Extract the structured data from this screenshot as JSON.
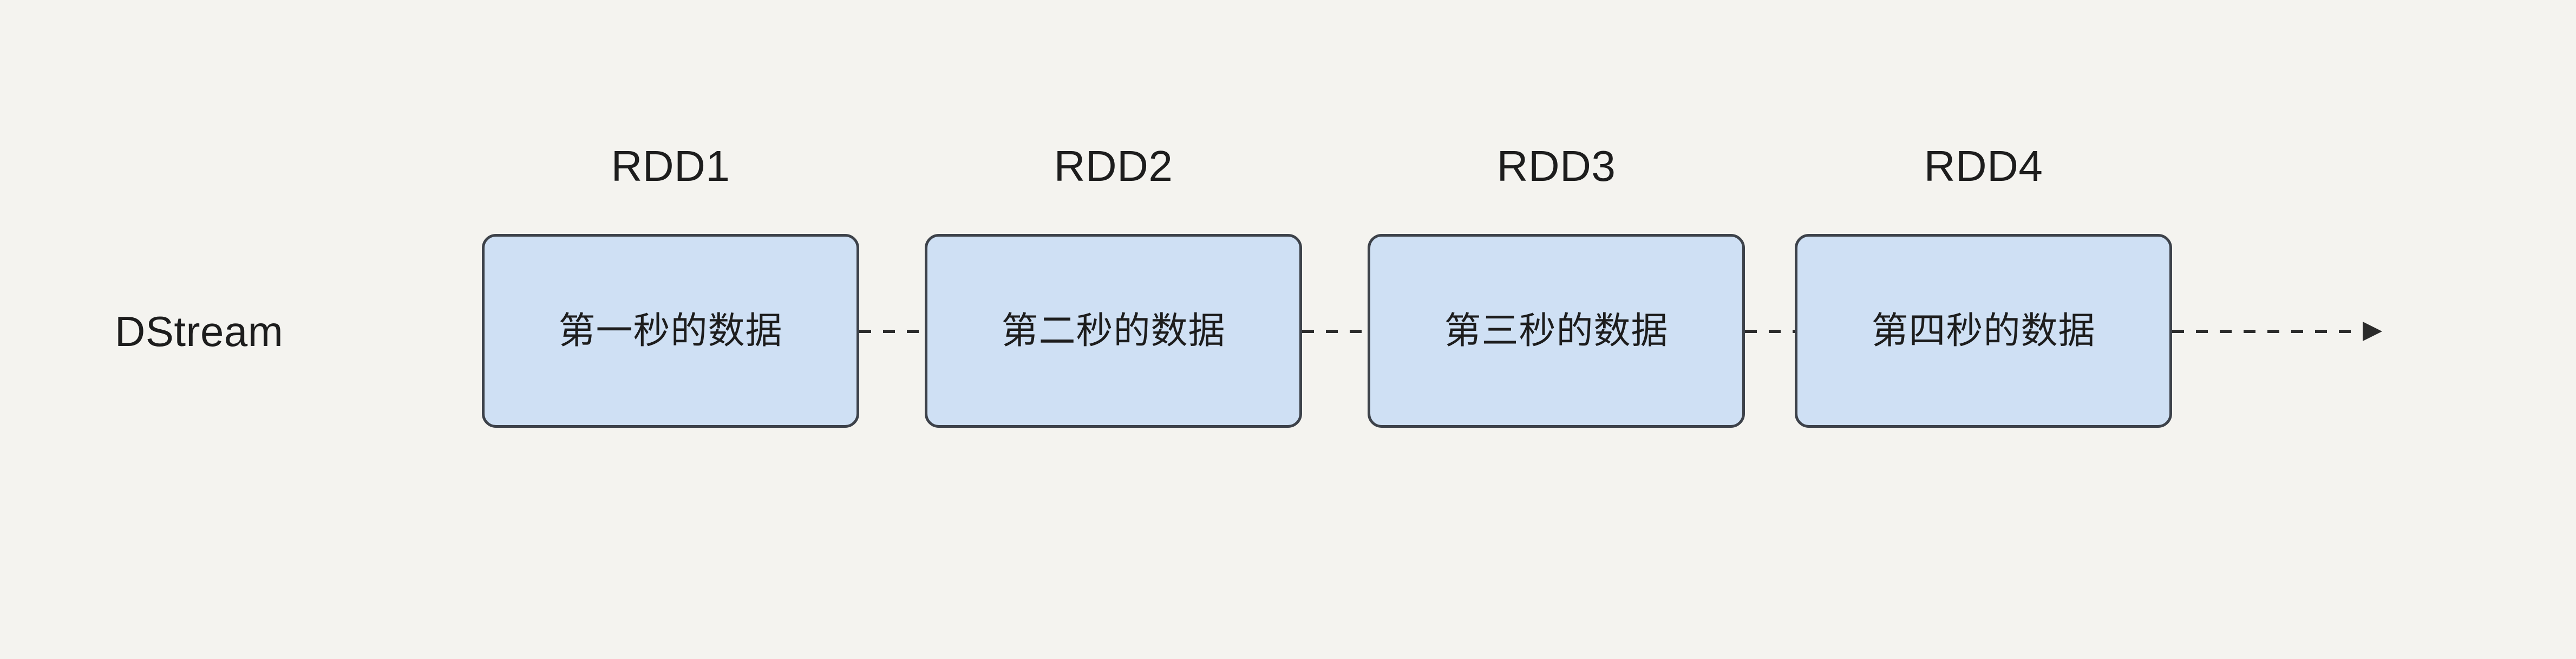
{
  "diagram": {
    "type": "flow-sequence",
    "row_label": "DStream",
    "background_color": "#f4f3ef",
    "box_fill_color": "#cfe0f4",
    "box_border_color": "#3d424a",
    "connector_style": "dashed",
    "trailing_arrow": "dashed-arrow-right",
    "nodes": [
      {
        "caption": "RDD1",
        "label": "第一秒的数据"
      },
      {
        "caption": "RDD2",
        "label": "第二秒的数据"
      },
      {
        "caption": "RDD3",
        "label": "第三秒的数据"
      },
      {
        "caption": "RDD4",
        "label": "第四秒的数据"
      }
    ]
  }
}
